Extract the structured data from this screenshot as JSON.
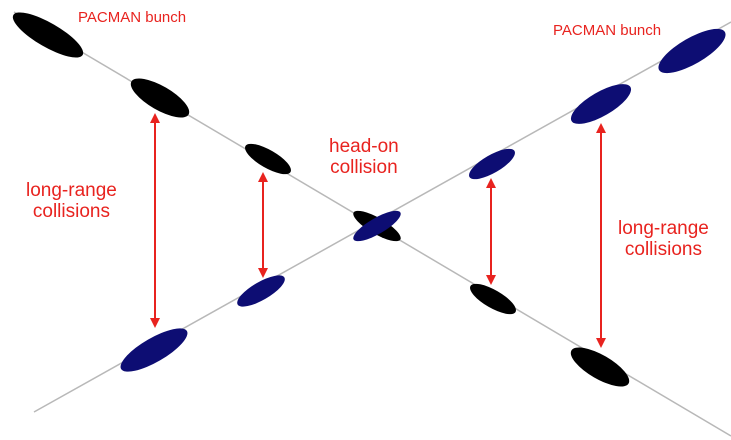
{
  "labels": {
    "pacman_left": "PACMAN bunch",
    "pacman_right": "PACMAN bunch",
    "head_on": [
      "head-on",
      "collision"
    ],
    "long_range_left": [
      "long-range",
      "collisions"
    ],
    "long_range_right": [
      "long-range",
      "collisions"
    ]
  },
  "colors": {
    "beam_line": "#b8b8b8",
    "beam1_bunch": "#000000",
    "beam2_bunch": "#0d0d73",
    "annotation": "#e8231f"
  }
}
